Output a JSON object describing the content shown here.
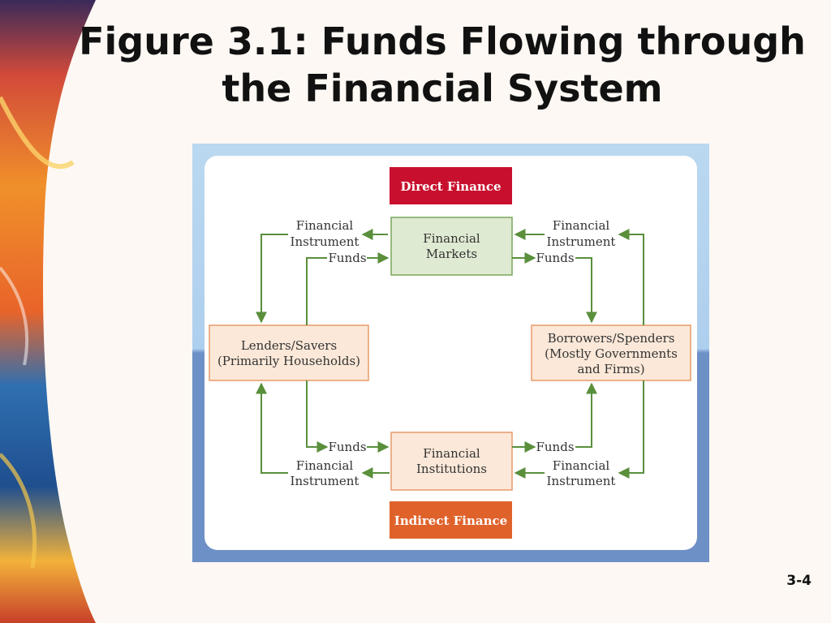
{
  "slide": {
    "title_line1": "Figure 3.1: Funds Flowing through",
    "title_line2": "the Financial System",
    "slide_number": "3-4"
  },
  "diagram": {
    "direct_finance": "Direct Finance",
    "indirect_finance": "Indirect Finance",
    "financial_markets": [
      "Financial",
      "Markets"
    ],
    "financial_institutions": [
      "Financial",
      "Institutions"
    ],
    "lenders": [
      "Lenders/Savers",
      "(Primarily Households)"
    ],
    "borrowers": [
      "Borrowers/Spenders",
      "(Mostly Governments",
      "and Firms)"
    ],
    "instrument_label": [
      "Financial",
      "Instrument"
    ],
    "funds_label": "Funds",
    "colors": {
      "direct_finance_bg": "#c8102e",
      "indirect_finance_bg": "#e0622b",
      "markets_fill": "#dfead2",
      "party_fill": "#fbe8d8",
      "arrow": "#5a8f3c",
      "frame_top": "#b7d6ef",
      "frame_bottom": "#6d90c6"
    }
  }
}
